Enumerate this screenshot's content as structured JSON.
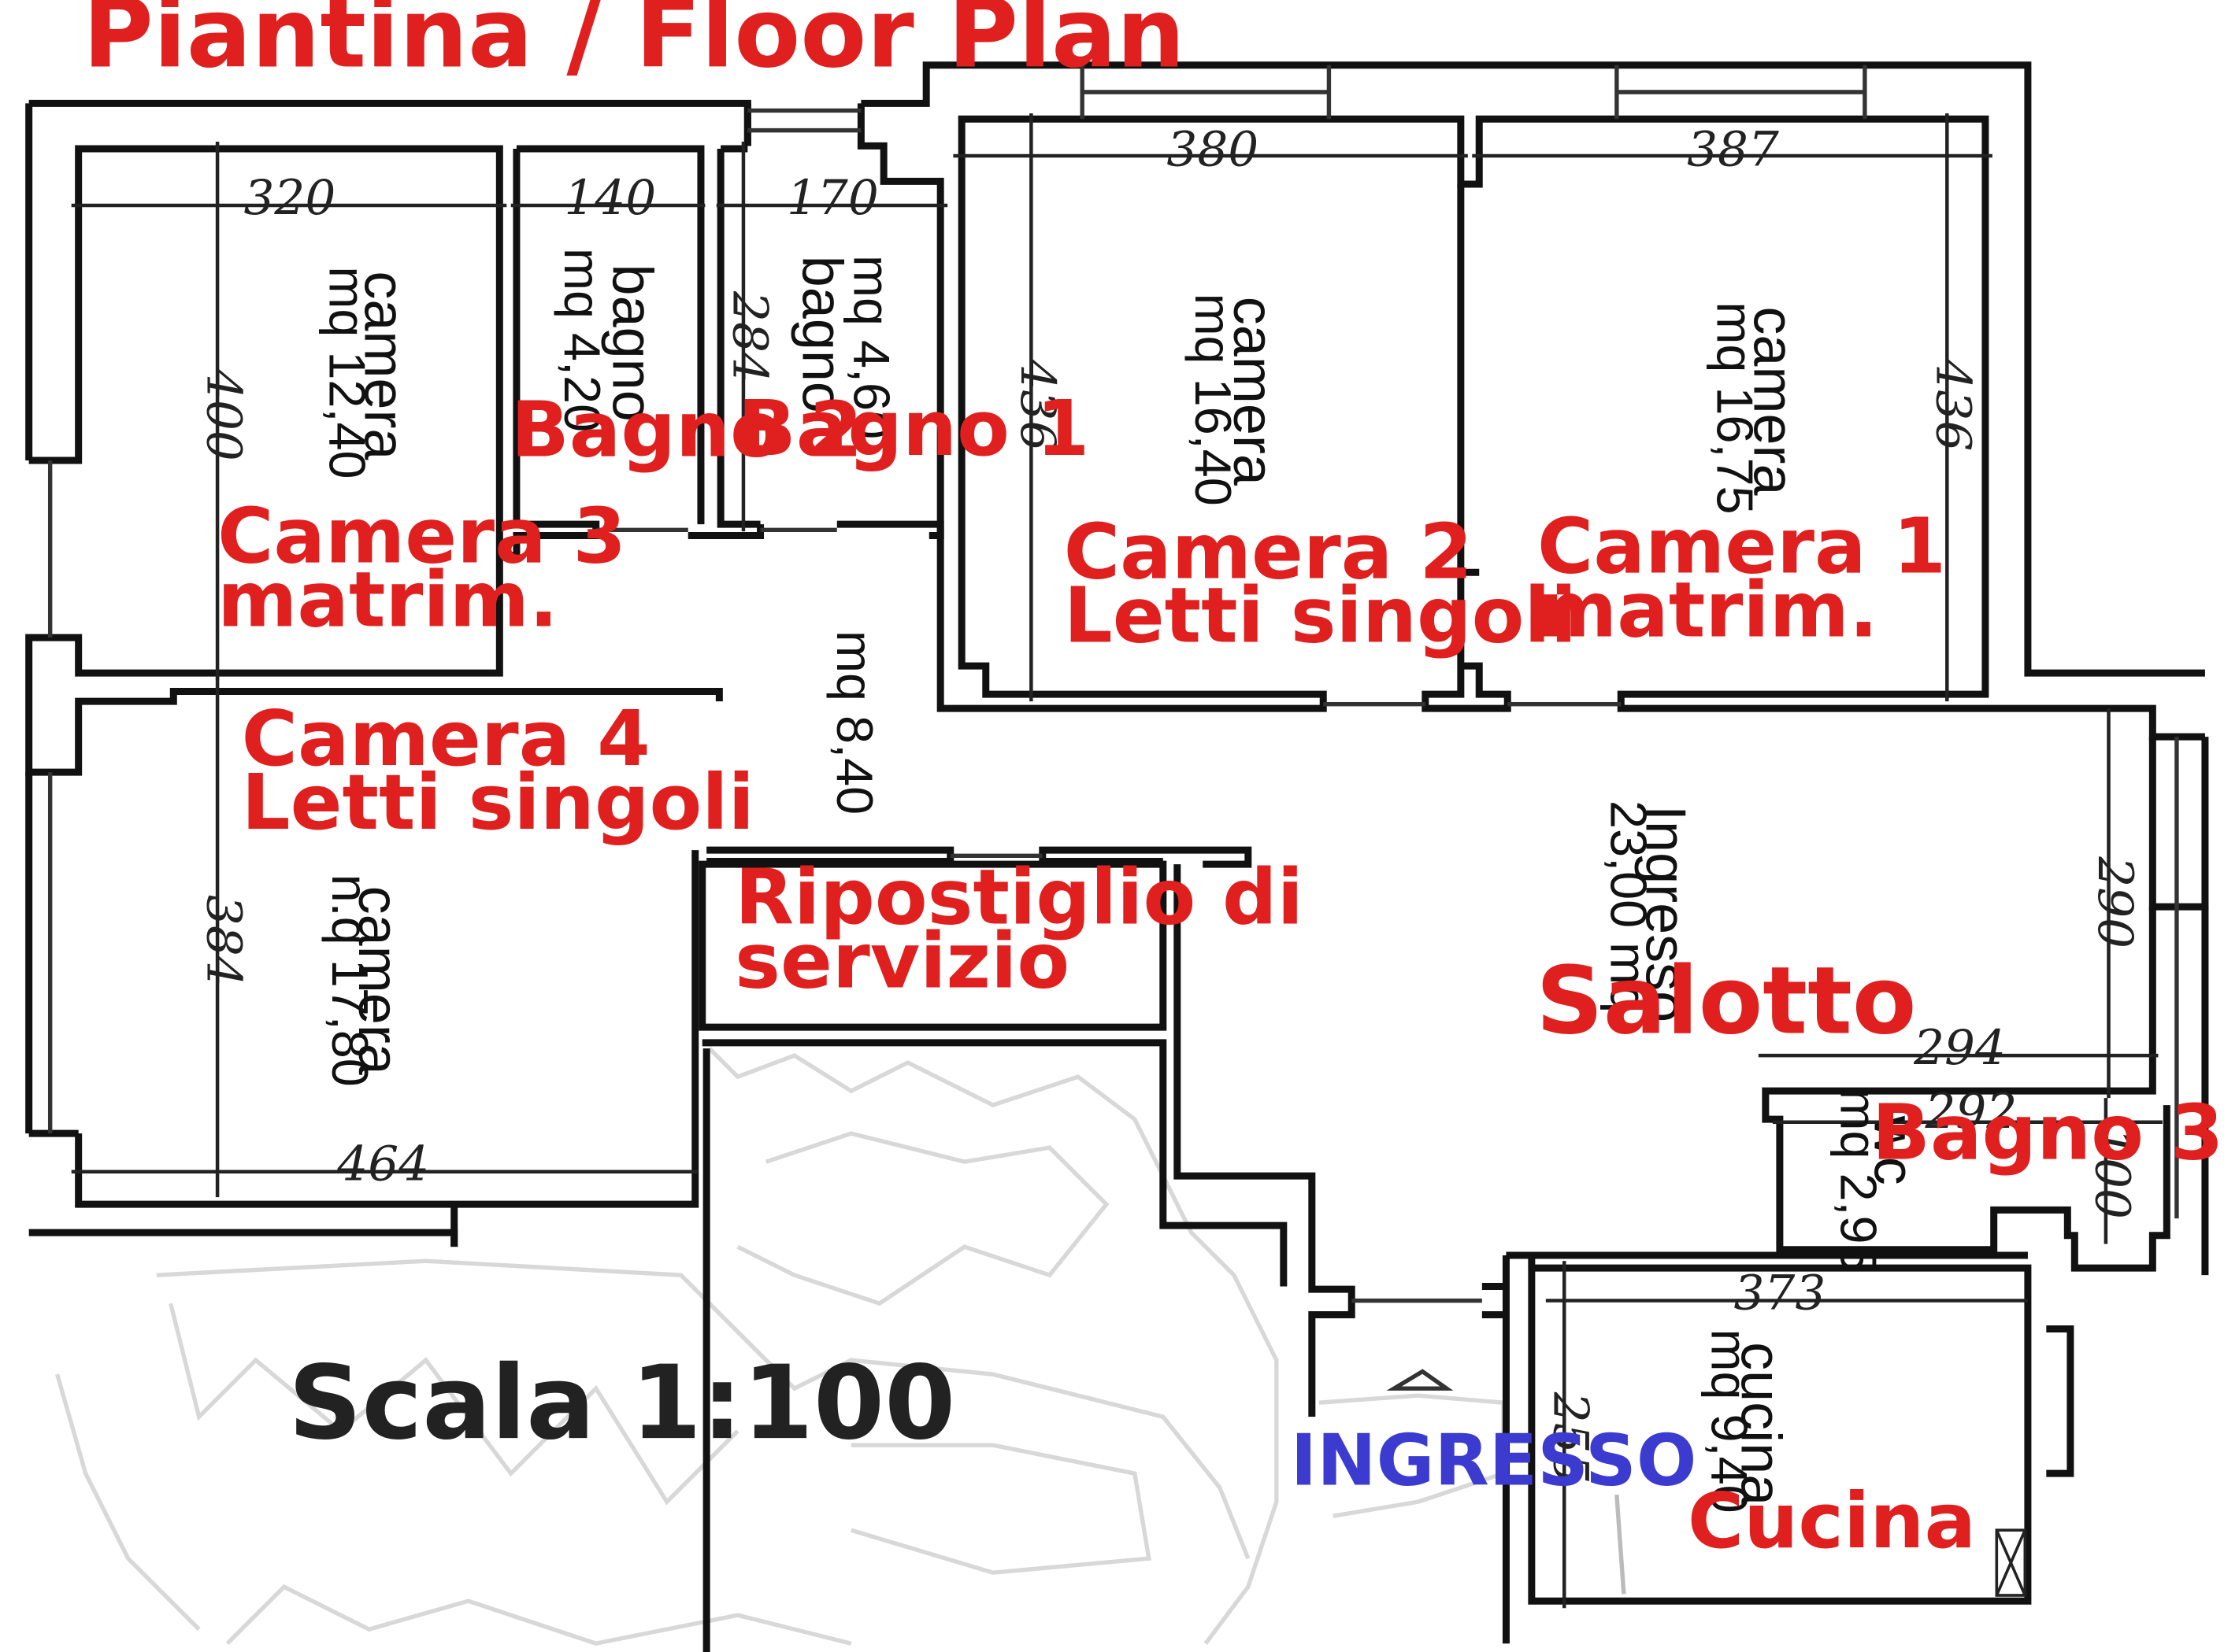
{
  "title": "Piantina / Floor Plan",
  "scale_label": "Scala 1:100",
  "entrance_label": "INGRESSO",
  "colors": {
    "labels": "#e0201f",
    "entrance": "#3b3bd0",
    "walls": "#111111"
  },
  "rooms": {
    "camera3": {
      "label_line1": "Camera 3",
      "label_line2": "matrim.",
      "type": "camera",
      "area": "mq 12,40",
      "width": "320",
      "depth": "400"
    },
    "bagno2": {
      "label": "Bagno 2",
      "type": "bagno",
      "area": "mq 4,20",
      "width": "140"
    },
    "bagno1": {
      "label": "Bagno 1",
      "type": "bagno",
      "area": "mq 4,60",
      "width": "170",
      "depth": "284"
    },
    "camera2": {
      "label_line1": "Camera 2",
      "label_line2": "Letti singoli",
      "type": "camera",
      "area": "mq 16,40",
      "width": "380",
      "depth": "436"
    },
    "camera1": {
      "label_line1": "Camera 1",
      "label_line2": "matrim.",
      "type": "camera",
      "area": "mq 16,75",
      "width": "387",
      "depth": "436"
    },
    "corridoio": {
      "area": "mq 8,40"
    },
    "camera4": {
      "label_line1": "Camera 4",
      "label_line2": "Letti singoli",
      "type": "camera",
      "area": "n.q 17,80",
      "width": "464",
      "depth": "384"
    },
    "ripostiglio": {
      "label_line1": "Ripostiglio di",
      "label_line2": "servizio"
    },
    "salotto": {
      "label": "Salotto",
      "type": "Ingresso",
      "area": "23,00 mq",
      "width": "294",
      "depth": "290"
    },
    "bagno3": {
      "label": "Bagno 3",
      "type": "wc",
      "area": "mq 2,95",
      "width": "292",
      "depth": "100"
    },
    "cucina": {
      "label": "Cucina",
      "type": "cucina",
      "area": "mq 9,40",
      "width": "373",
      "depth": "255"
    }
  }
}
